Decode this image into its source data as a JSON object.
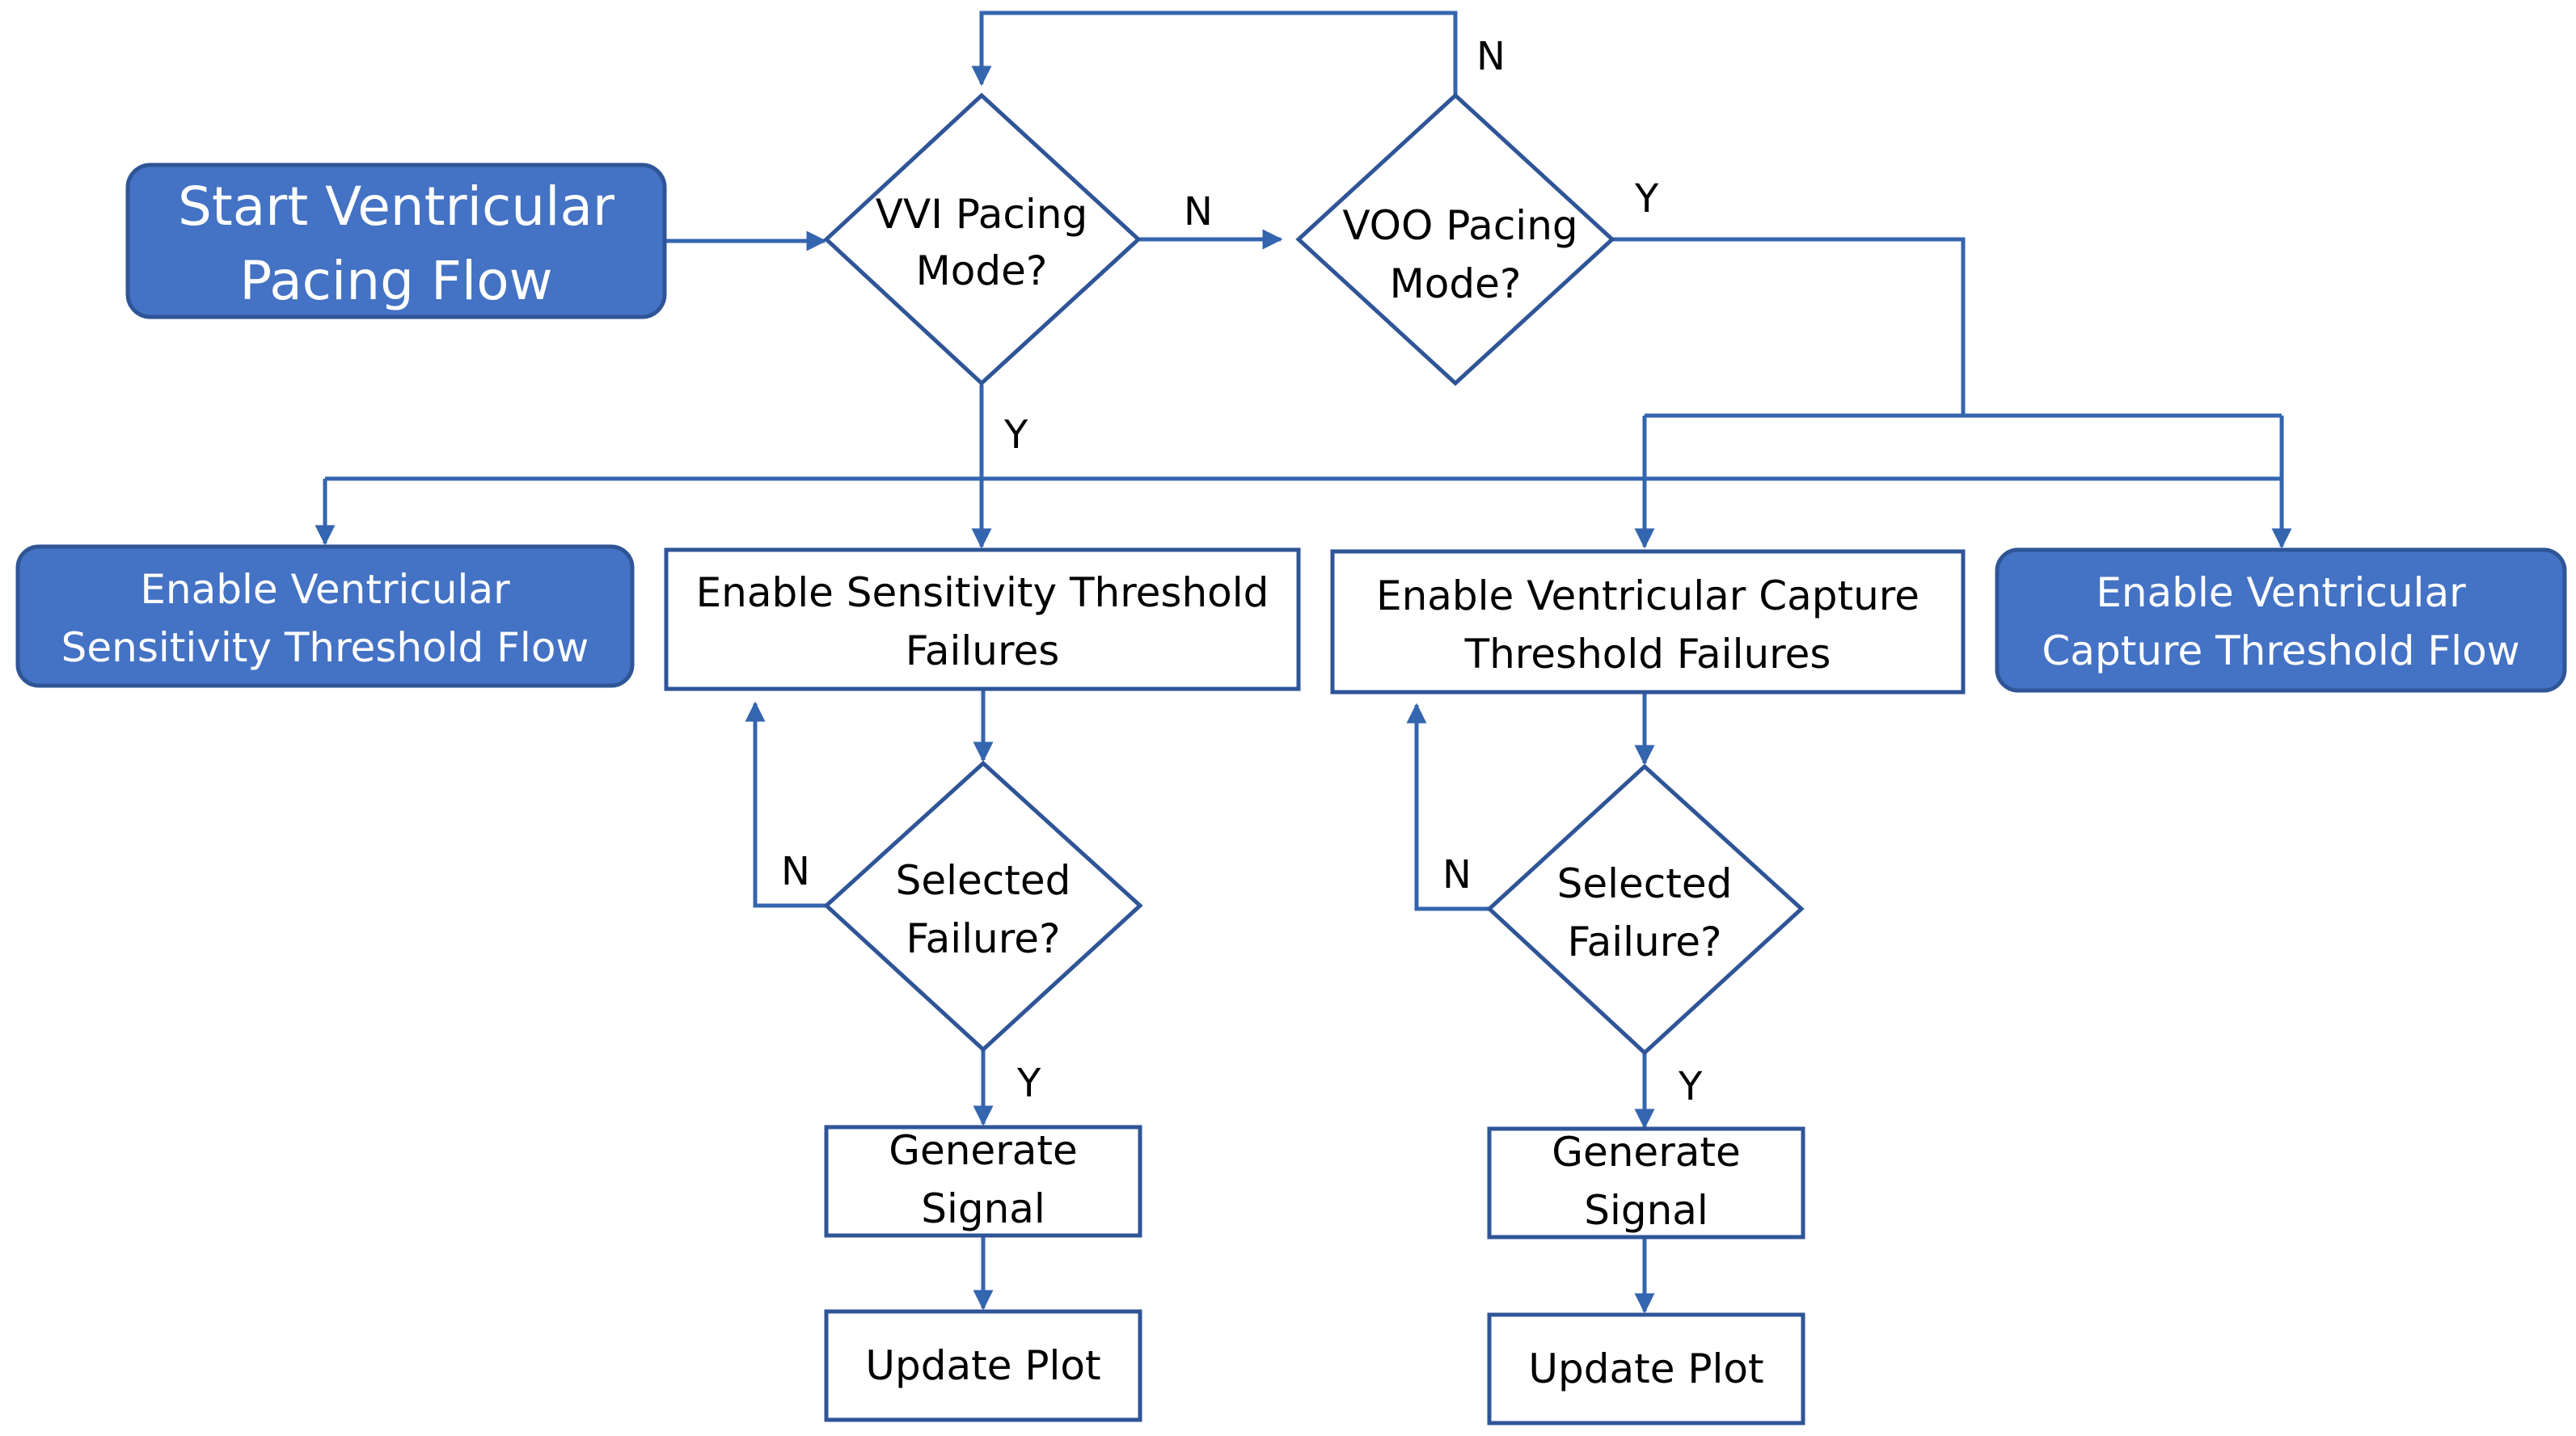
{
  "colors": {
    "accent_fill": "#4472c4",
    "border": "#2f5597",
    "connector": "#3465af",
    "text_dark": "#000000",
    "text_light": "#ffffff"
  },
  "nodes": {
    "start": {
      "line1": "Start Ventricular",
      "line2": "Pacing Flow"
    },
    "vvi_decision": {
      "line1": "VVI Pacing",
      "line2": "Mode?"
    },
    "voo_decision": {
      "line1": "VOO Pacing",
      "line2": "Mode?"
    },
    "sensitivity_flow": {
      "line1": "Enable Ventricular",
      "line2": "Sensitivity Threshold Flow"
    },
    "sensitivity_failures": {
      "line1": "Enable Sensitivity Threshold",
      "line2": "Failures"
    },
    "capture_failures": {
      "line1": "Enable Ventricular Capture",
      "line2": "Threshold Failures"
    },
    "capture_flow": {
      "line1": "Enable Ventricular",
      "line2": "Capture Threshold Flow"
    },
    "selected_failure_left": {
      "line1": "Selected",
      "line2": "Failure?"
    },
    "selected_failure_right": {
      "line1": "Selected",
      "line2": "Failure?"
    },
    "generate_signal_left": {
      "line1": "Generate",
      "line2": "Signal"
    },
    "generate_signal_right": {
      "line1": "Generate",
      "line2": "Signal"
    },
    "update_plot_left": {
      "label": "Update Plot"
    },
    "update_plot_right": {
      "label": "Update Plot"
    }
  },
  "edge_labels": {
    "voo_no": "N",
    "vvi_no": "N",
    "voo_yes": "Y",
    "vvi_yes": "Y",
    "left_failure_no": "N",
    "left_failure_yes": "Y",
    "right_failure_no": "N",
    "right_failure_yes": "Y"
  }
}
